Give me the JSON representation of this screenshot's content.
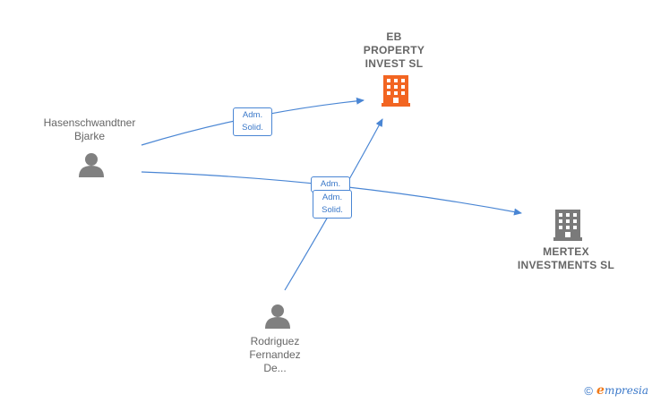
{
  "colors": {
    "edge": "#4a86d4",
    "person_icon": "#808080",
    "company_main": "#f26522",
    "company_other": "#7a7a7a",
    "label": "#666666",
    "brand_e": "#f07a1a",
    "brand_text": "#3a78c9"
  },
  "nodes": {
    "eb_property": {
      "label": "EB\nPROPERTY\nINVEST  SL",
      "icon": "building-icon"
    },
    "mertex": {
      "label": "MERTEX\nINVESTMENTS SL",
      "icon": "building-icon"
    },
    "hasenschwandtner": {
      "label": "Hasenschwandtner\nBjarke",
      "icon": "person-icon"
    },
    "rodriguez": {
      "label": "Rodriguez\nFernandez\nDe...",
      "icon": "person-icon"
    }
  },
  "edges": [
    {
      "from": "hasenschwandtner",
      "to": "eb_property",
      "label": "Adm.\nSolid."
    },
    {
      "from": "hasenschwandtner",
      "to": "mertex",
      "label": "Adm."
    },
    {
      "from": "rodriguez",
      "to": "eb_property",
      "label": "Adm.\nSolid."
    }
  ],
  "brand": {
    "copyright": "©",
    "first_letter": "e",
    "rest": "mpresia"
  }
}
